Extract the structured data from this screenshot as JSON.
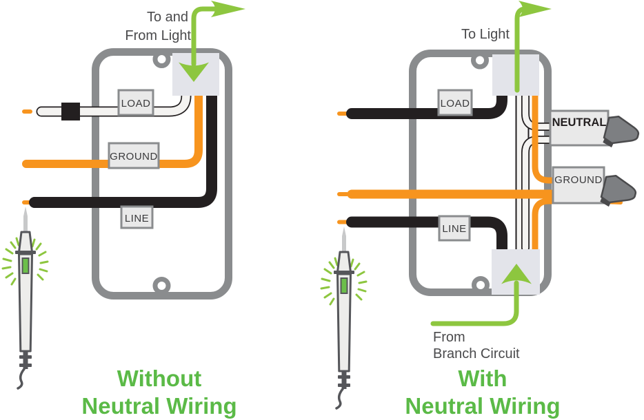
{
  "colors": {
    "arrow_green": "#8DC63F",
    "title_green": "#5BBA47",
    "orange": "#F7941E",
    "wire_black": "#231F20",
    "wire_white": "#F4F3F1",
    "plate_gray": "#8A8C8E",
    "entry_box_gray": "#E3E4EA",
    "label_fill": "#E9E9E9",
    "label_border": "#8A8C8E",
    "label_text": "#3A3A3C",
    "note_text": "#4A4A4C",
    "nut_gray": "#7D7F82",
    "nut_outline": "#4A4A4C",
    "tester_body": "#EDEDEB",
    "tester_outline": "#55565A",
    "tester_needle": "#C8C9CA",
    "indicator_green": "#6CBF4B"
  },
  "left_diagram": {
    "arrow_label_line1": "To and",
    "arrow_label_line2": "From Light",
    "wire_labels": {
      "load": "LOAD",
      "ground": "GROUND",
      "line": "LINE"
    },
    "title_line1": "Without",
    "title_line2": "Neutral Wiring"
  },
  "right_diagram": {
    "arrow_label": "To Light",
    "wire_labels": {
      "load": "LOAD",
      "neutral": "NEUTRAL",
      "ground": "GROUND",
      "line": "LINE"
    },
    "bottom_arrow_label_line1": "From",
    "bottom_arrow_label_line2": "Branch Circuit",
    "title_line1": "With",
    "title_line2": "Neutral Wiring"
  }
}
